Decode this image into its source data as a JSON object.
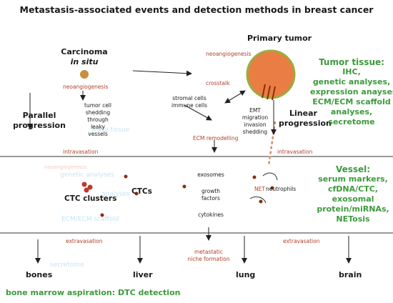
{
  "title": "Metastasis-associated events and detection methods in breast cancer",
  "stages": {
    "carcinoma_line1": "Carcinoma",
    "carcinoma_line2": "in situ",
    "primary_tumor": "Primary tumor",
    "parallel_line1": "Parallel",
    "parallel_line2": "progression",
    "linear_line1": "Linear",
    "linear_line2": "progression"
  },
  "events": {
    "neoangiogenesis_left": "neoangiogenesis",
    "neoangiogenesis_right": "neoangiogenesis",
    "crosstalk": "crosstalk",
    "ecm_remodelling": "ECM remodelling",
    "intravasation_left": "intravasation",
    "intravasation_right": "intravasation",
    "extravasation_left": "extravasation",
    "extravasation_right": "extravasation",
    "metastatic_line1": "metastatic",
    "metastatic_line2": "niche formation",
    "shedding": [
      "tumor cell",
      "shedding",
      "through",
      "leaky",
      "vessels"
    ],
    "stromal": [
      "stromal cells",
      "immune cells"
    ],
    "emt": [
      "EMT",
      "migration",
      "invasion",
      "shedding"
    ],
    "factors": [
      "exosomes",
      "growth",
      "factors",
      "cytokines"
    ]
  },
  "circulation": {
    "ctc_clusters": "CTC clusters",
    "ctcs": "CTCs",
    "net": "NET",
    "neutrophils": "neutrophils"
  },
  "organs": {
    "bones": "bones",
    "liver": "liver",
    "lung": "lung",
    "brain": "brain"
  },
  "detection": {
    "tumor_tissue": [
      "Tumor tissue:",
      "IHC,",
      "genetic analyses,",
      "expression anayses,",
      "ECM/ECM scaffold",
      "analyses,",
      "secretome"
    ],
    "vessel": [
      "Vessel:",
      "serum markers,",
      "cfDNA/CTC,",
      "exosomal",
      "protein/miRNAs,",
      "NETosis"
    ],
    "bone_marrow": "bone marrow aspiration: DTC detection"
  },
  "ghost_text": {
    "g1": "leaky tissue",
    "g2": "genetic analyses",
    "g3": "analyses",
    "g4": "ECM/ECM scaffold",
    "g5": "secretome",
    "g6": "neoangiogenesis"
  },
  "colors": {
    "tumor_fill": "#ea7d43",
    "tumor_rim": "#9aad3e",
    "event_red": "#b0402a",
    "detection_green": "#3c9a3c",
    "cell_brown": "#8a2e0c",
    "cluster_red": "#c0392b",
    "insitu_fill": "#c98f3a"
  }
}
